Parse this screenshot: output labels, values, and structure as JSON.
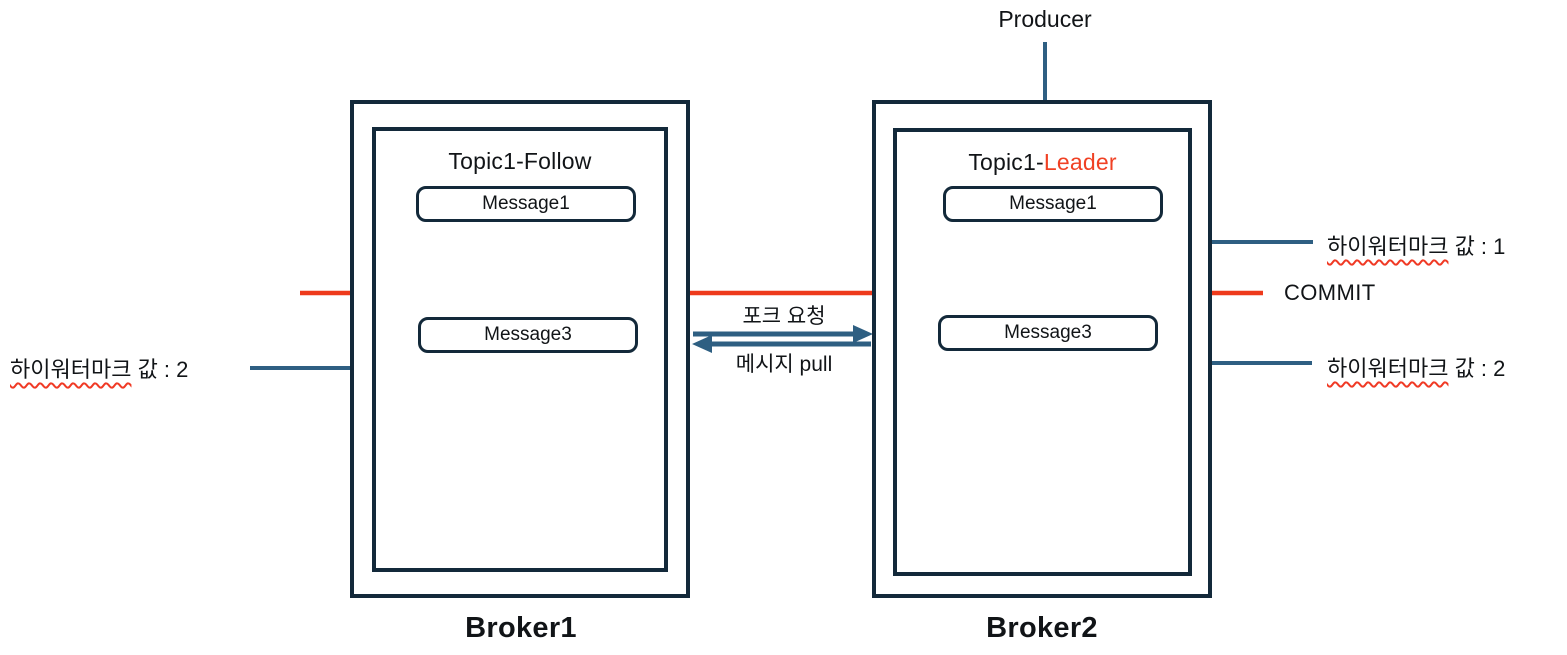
{
  "colors": {
    "navy": "#13293a",
    "steel_blue": "#2e5f82",
    "commit_red": "#ee3a1c",
    "leader_red": "#f04124",
    "squiggle_red": "#f03a25"
  },
  "producer": {
    "label": "Producer"
  },
  "brokers": [
    {
      "name": "Broker1",
      "topic_title": "Topic1-Follow",
      "messages": [
        "Message1",
        "Message3"
      ]
    },
    {
      "name": "Broker2",
      "topic_prefix": "Topic1-",
      "topic_highlight": "Leader",
      "messages": [
        "Message1",
        "Message3"
      ]
    }
  ],
  "commit": {
    "label": "COMMIT"
  },
  "replication": {
    "request_label": "포크 요청",
    "pull_label": "메시지 pull"
  },
  "watermarks": [
    {
      "word": "하이워터마크",
      "value": " 값 : 2",
      "position": "left-of-broker1"
    },
    {
      "word": "하이워터마크",
      "value": " 값 : 1",
      "position": "right-of-broker2-top"
    },
    {
      "word": "하이워터마크",
      "value": " 값 : 2",
      "position": "right-of-broker2-bottom"
    }
  ]
}
